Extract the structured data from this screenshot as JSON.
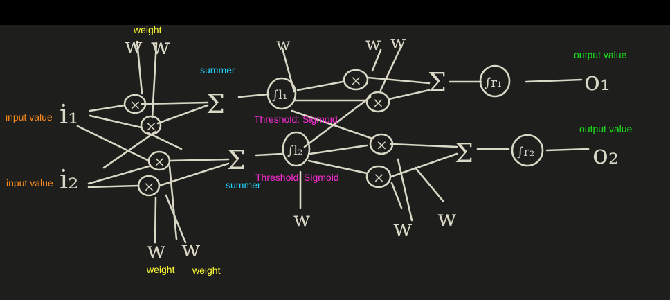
{
  "colors": {
    "background": "#000000",
    "chalkboard": "#1e1f1d",
    "chalk": "#d9d7c6",
    "input_label": "#ff8a1e",
    "weight_label": "#ffff33",
    "summer_label": "#22d4ff",
    "threshold_label": "#ff2bd6",
    "output_label": "#19e619"
  },
  "labels": {
    "weight_top": "weight",
    "summer_top": "summer",
    "output_value_1": "output value",
    "input_value_1": "input value",
    "threshold_1": "Threshold: Sigmoid",
    "output_value_2": "output value",
    "input_value_2": "input value",
    "threshold_2": "Threshold: Sigmoid",
    "summer_bottom": "summer",
    "weight_bottom_1": "weight",
    "weight_bottom_2": "weight"
  },
  "chalk_text": {
    "input_1": "i₁",
    "input_2": "i₂",
    "output_1": "o₁",
    "output_2": "o₂",
    "sum_symbol": "Σ",
    "multiply_symbol": "×",
    "weight_symbol": "w",
    "sigmoid_1": "∫l₁",
    "sigmoid_2": "∫l₂",
    "sigmoid_3": "∫r₁",
    "sigmoid_4": "∫r₂"
  }
}
